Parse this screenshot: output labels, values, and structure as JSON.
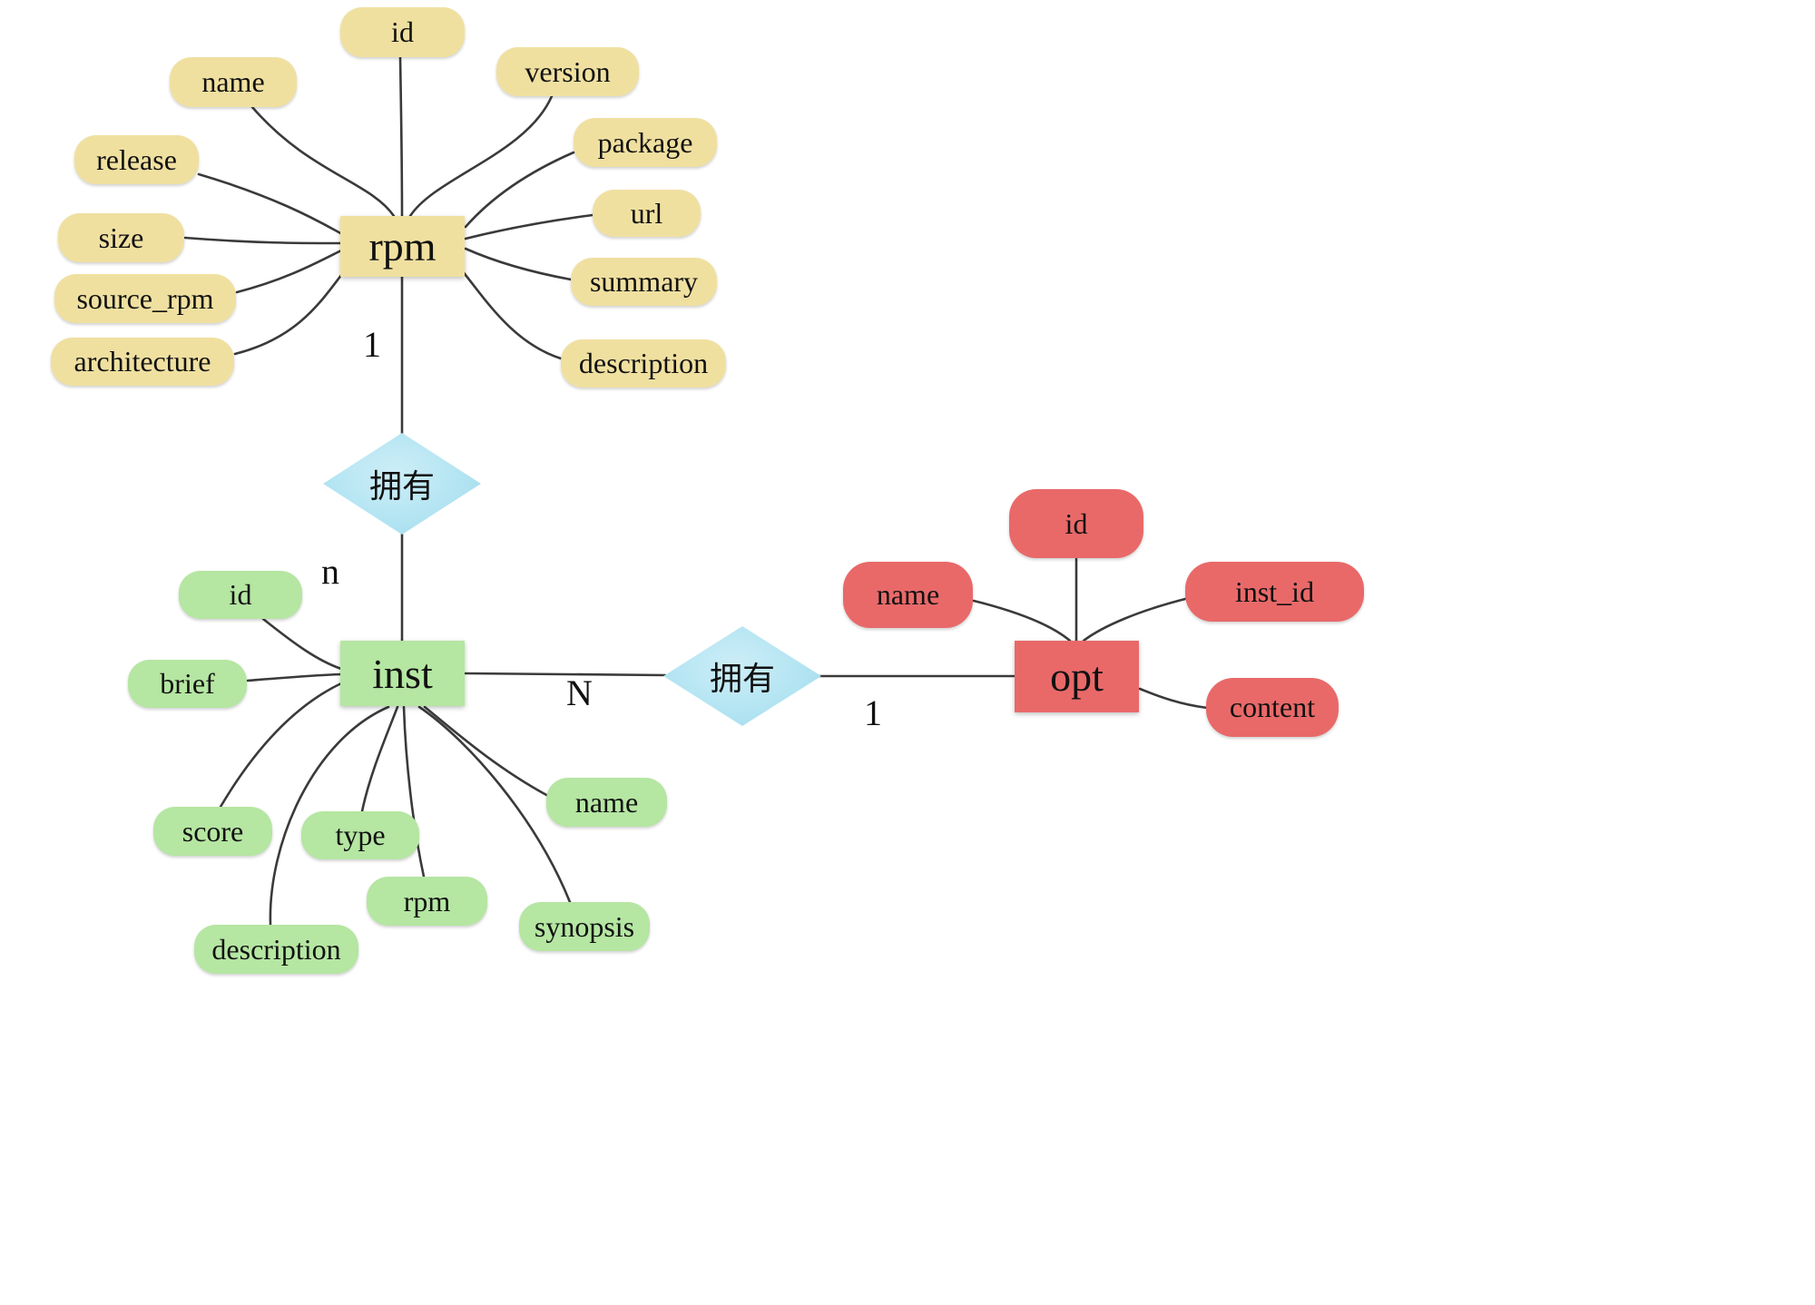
{
  "diagram": {
    "entities": {
      "rpm": {
        "label": "rpm",
        "color": "#f0e0a0",
        "attributes": [
          "id",
          "name",
          "version",
          "release",
          "package",
          "size",
          "url",
          "source_rpm",
          "summary",
          "architecture",
          "description"
        ]
      },
      "inst": {
        "label": "inst",
        "color": "#b5e6a2",
        "attributes": [
          "id",
          "brief",
          "score",
          "description",
          "type",
          "rpm",
          "synopsis",
          "name"
        ]
      },
      "opt": {
        "label": "opt",
        "color": "#e96969",
        "attributes": [
          "id",
          "name",
          "inst_id",
          "content"
        ]
      }
    },
    "relationships": {
      "rel1": {
        "label": "拥有",
        "from": "rpm",
        "to": "inst",
        "cardinality_from": "1",
        "cardinality_to": "n",
        "color": "#b3e4f2"
      },
      "rel2": {
        "label": "拥有",
        "from": "inst",
        "to": "opt",
        "cardinality_from": "N",
        "cardinality_to": "1",
        "color": "#b3e4f2"
      }
    }
  }
}
